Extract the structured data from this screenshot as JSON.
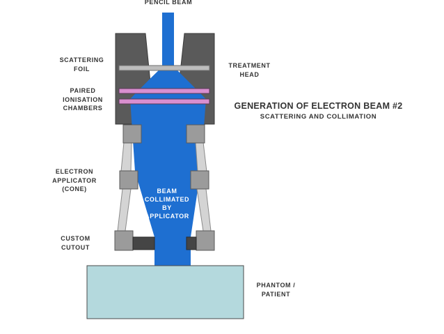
{
  "title": "GENERATION OF ELECTRON BEAM #2",
  "subtitle": "SCATTERING AND COLLIMATION",
  "labels": {
    "pencil_beam": "PENCIL BEAM",
    "scattering_foil": [
      "SCATTERING",
      "FOIL"
    ],
    "treatment_head": [
      "TREATMENT",
      "HEAD"
    ],
    "ionisation_chambers": [
      "PAIRED",
      "IONISATION",
      "CHAMBERS"
    ],
    "electron_applicator": [
      "ELECTRON",
      "APPLICATOR",
      "(CONE)"
    ],
    "beam_collimated": [
      "BEAM",
      "COLLIMATED",
      "BY",
      "APPLICATOR"
    ],
    "custom_cutout": [
      "CUSTOM",
      "CUTOUT"
    ],
    "phantom_patient": [
      "PHANTOM /",
      "PATIENT"
    ]
  },
  "colors": {
    "beam": "#1e6fd1",
    "head": "#5a5a5a",
    "block": "#9b9b9b",
    "rod": "#d4d4d4",
    "foil": "#bdbdbd",
    "chamber": "#d98fd0",
    "cutout": "#454545",
    "phantom": "#b4d9dd",
    "text": "#333333"
  }
}
